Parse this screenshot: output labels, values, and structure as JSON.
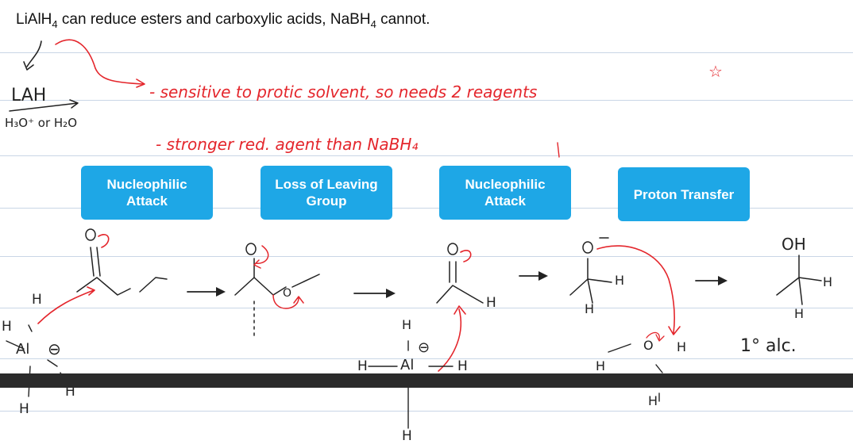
{
  "header": {
    "statement_pre": "LiAlH",
    "statement_sub1": "4",
    "statement_mid": " can reduce esters and carboxylic acids, NaBH",
    "statement_sub2": "4",
    "statement_post": " cannot."
  },
  "notes": {
    "lah": "LAH",
    "workup": "H₃O⁺ or H₂O",
    "note1": "- sensitive to protic solvent, so needs 2 reagents",
    "note2": "- stronger red. agent than NaBH₄",
    "star": "☆",
    "primary_alcohol": "1° alc."
  },
  "steps": [
    {
      "label": "Nucleophilic Attack"
    },
    {
      "label": "Loss of Leaving Group"
    },
    {
      "label": "Nucleophilic Attack"
    },
    {
      "label": "Proton Transfer"
    }
  ],
  "mechanism": {
    "oh_label": "OH",
    "o_minus": "O⁻",
    "al": "Al",
    "h": "H",
    "minus_circle": "⊖",
    "o": "O"
  },
  "colors": {
    "accent": "#1ea7e6",
    "ink_red": "#e4262c",
    "ink": "#222222",
    "rule": "#c9d6e6",
    "bar": "#2b2b2b"
  }
}
